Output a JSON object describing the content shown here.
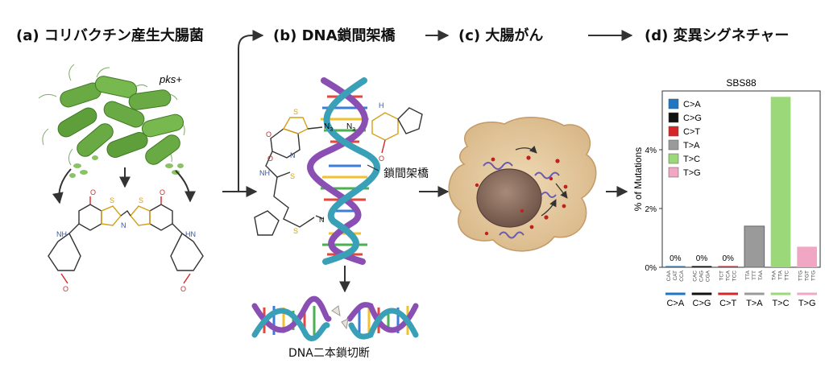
{
  "panels": {
    "a": {
      "title": "(a) コリバクチン産生大腸菌",
      "species_tag": "pks+"
    },
    "b": {
      "title": "(b) DNA鎖間架橋",
      "crosslink_label": "鎖間架橋",
      "break_label": "DNA二本鎖切断",
      "n3_left": "N",
      "n3_right": "N",
      "n3_sub": "3"
    },
    "c": {
      "title": "(c) 大腸がん"
    },
    "d": {
      "title": "(d) 変異シグネチャー"
    }
  },
  "chart_data": {
    "type": "bar",
    "title": "SBS88",
    "ylabel": "% of Mutations",
    "ylim": [
      0,
      6
    ],
    "yticks": [
      "0%",
      "2%",
      "4%"
    ],
    "categories": [
      "C>A",
      "C>G",
      "C>T",
      "T>A",
      "T>C",
      "T>G"
    ],
    "values": [
      0,
      0,
      0,
      1.4,
      5.8,
      0.7
    ],
    "value_labels": [
      "0%",
      "0%",
      "0%",
      "",
      "",
      ""
    ],
    "colors": [
      "#1f77c4",
      "#111111",
      "#d62728",
      "#9a9a9a",
      "#9bd87a",
      "#f1a6c4"
    ],
    "legend": [
      "C>A",
      "C>G",
      "C>T",
      "T>A",
      "T>C",
      "T>G"
    ],
    "contexts": [
      [
        "CAA",
        "CAT",
        "CCA"
      ],
      [
        "CAC",
        "CAG",
        "CGA"
      ],
      [
        "TCT",
        "TCA",
        "TCC"
      ],
      [
        "TTA",
        "TTT",
        "TAA"
      ],
      [
        "TAA",
        "TTA",
        "TTC"
      ],
      [
        "TTG",
        "TGT",
        "TTG"
      ]
    ]
  }
}
